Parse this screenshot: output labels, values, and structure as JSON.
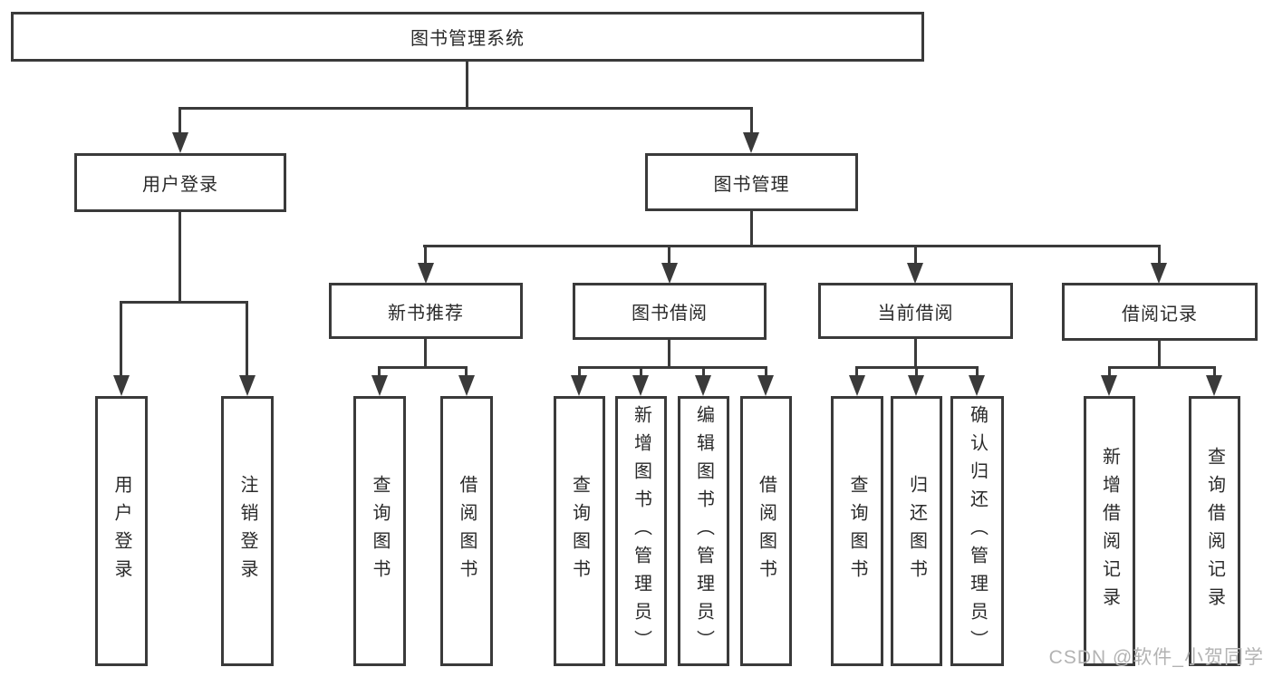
{
  "colors": {
    "line": "#3a3a3a",
    "text": "#2a2a2a",
    "watermark": "#b3b3b3",
    "background": "#ffffff"
  },
  "watermark": {
    "text": "CSDN @软件_小贺同学"
  },
  "tree": {
    "label": "图书管理系统",
    "children": [
      {
        "label": "用户登录",
        "children": [
          {
            "label": "用户登录"
          },
          {
            "label": "注销登录"
          }
        ]
      },
      {
        "label": "图书管理",
        "children": [
          {
            "label": "新书推荐",
            "children": [
              {
                "label": "查询图书"
              },
              {
                "label": "借阅图书"
              }
            ]
          },
          {
            "label": "图书借阅",
            "children": [
              {
                "label": "查询图书"
              },
              {
                "label": "新增图书（管理员）"
              },
              {
                "label": "编辑图书（管理员）"
              },
              {
                "label": "借阅图书"
              }
            ]
          },
          {
            "label": "当前借阅",
            "children": [
              {
                "label": "查询图书"
              },
              {
                "label": "归还图书"
              },
              {
                "label": "确认归还（管理员）"
              }
            ]
          },
          {
            "label": "借阅记录",
            "children": [
              {
                "label": "新增借阅记录"
              },
              {
                "label": "查询借阅记录"
              }
            ]
          }
        ]
      }
    ]
  }
}
